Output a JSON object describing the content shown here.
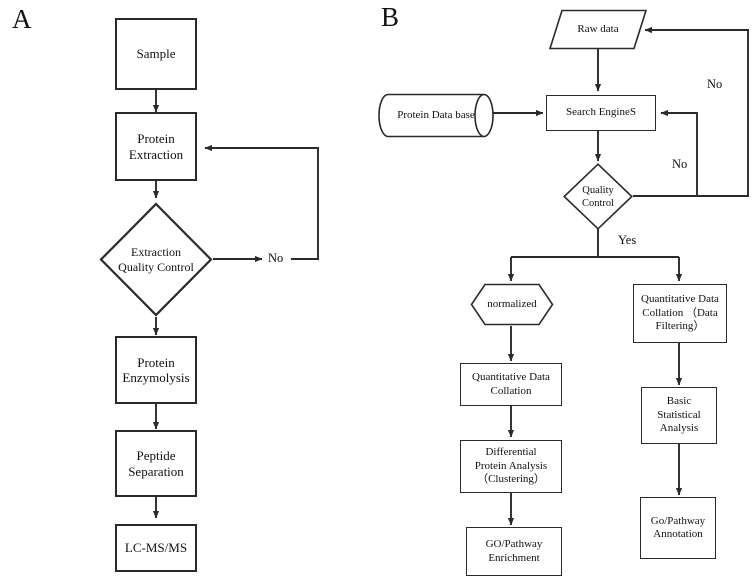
{
  "figure": {
    "panels": [
      {
        "id": "A",
        "label": "A"
      },
      {
        "id": "B",
        "label": "B"
      }
    ]
  },
  "panel_a": {
    "label": "A",
    "nodes": {
      "sample": "Sample",
      "protein_extraction": "Protein\nExtraction",
      "extraction_qc": "Extraction\nQuality Control",
      "protein_enzymolysis": "Protein\nEnzymolysis",
      "peptide_separation": "Peptide\nSeparation",
      "lcmsms": "LC-MS/MS"
    },
    "node_lines": {
      "sample": [
        "Sample"
      ],
      "protein_extraction": [
        "Protein",
        "Extraction"
      ],
      "extraction_qc": [
        "Extraction",
        "Quality Control"
      ],
      "protein_enzymolysis": [
        "Protein",
        "Enzymolysis"
      ],
      "peptide_separation": [
        "Peptide",
        "Separation"
      ],
      "lcmsms": [
        "LC-MS/MS"
      ]
    },
    "edge_labels": {
      "qc_no": "No"
    }
  },
  "panel_b": {
    "label": "B",
    "nodes": {
      "raw_data": "Raw data",
      "protein_database": "Protein Data base",
      "search_engines": "Search EngineS",
      "quality_control": "Quality\nControl",
      "normalized": "normalized",
      "quant_data_collation": "Quantitative Data\nCollation",
      "differential_protein_analysis": "Differential\nProtein Analysis\n（Clustering）",
      "go_pathway_enrichment": "GO/Pathway\nEnrichment",
      "quant_data_collation_filtering": "Quantitative Data\nCollation （Data\nFiltering）",
      "basic_statistical_analysis": "Basic\nStatistical\nAnalysis",
      "go_pathway_annotation": "Go/Pathway\nAnnotation"
    },
    "node_lines": {
      "raw_data": [
        "Raw data"
      ],
      "protein_database": [
        "Protein Data base"
      ],
      "search_engines": [
        "Search EngineS"
      ],
      "quality_control": [
        "Quality",
        "Control"
      ],
      "normalized": [
        "normalized"
      ],
      "quant_data_collation": [
        "Quantitative Data",
        "Collation"
      ],
      "differential_protein_analysis": [
        "Differential",
        "Protein Analysis",
        "（Clustering）"
      ],
      "go_pathway_enrichment": [
        "GO/Pathway",
        "Enrichment"
      ],
      "quant_data_collation_filtering": [
        "Quantitative Data",
        "Collation （Data",
        "Filtering）"
      ],
      "basic_statistical_analysis": [
        "Basic",
        "Statistical",
        "Analysis"
      ],
      "go_pathway_annotation": [
        "Go/Pathway",
        "Annotation"
      ]
    },
    "edge_labels": {
      "qc_no_outer": "No",
      "qc_no_inner": "No",
      "qc_yes": "Yes"
    }
  },
  "style": {
    "stroke": "#2a2a2a",
    "background": "#ffffff",
    "text": "#111111"
  }
}
